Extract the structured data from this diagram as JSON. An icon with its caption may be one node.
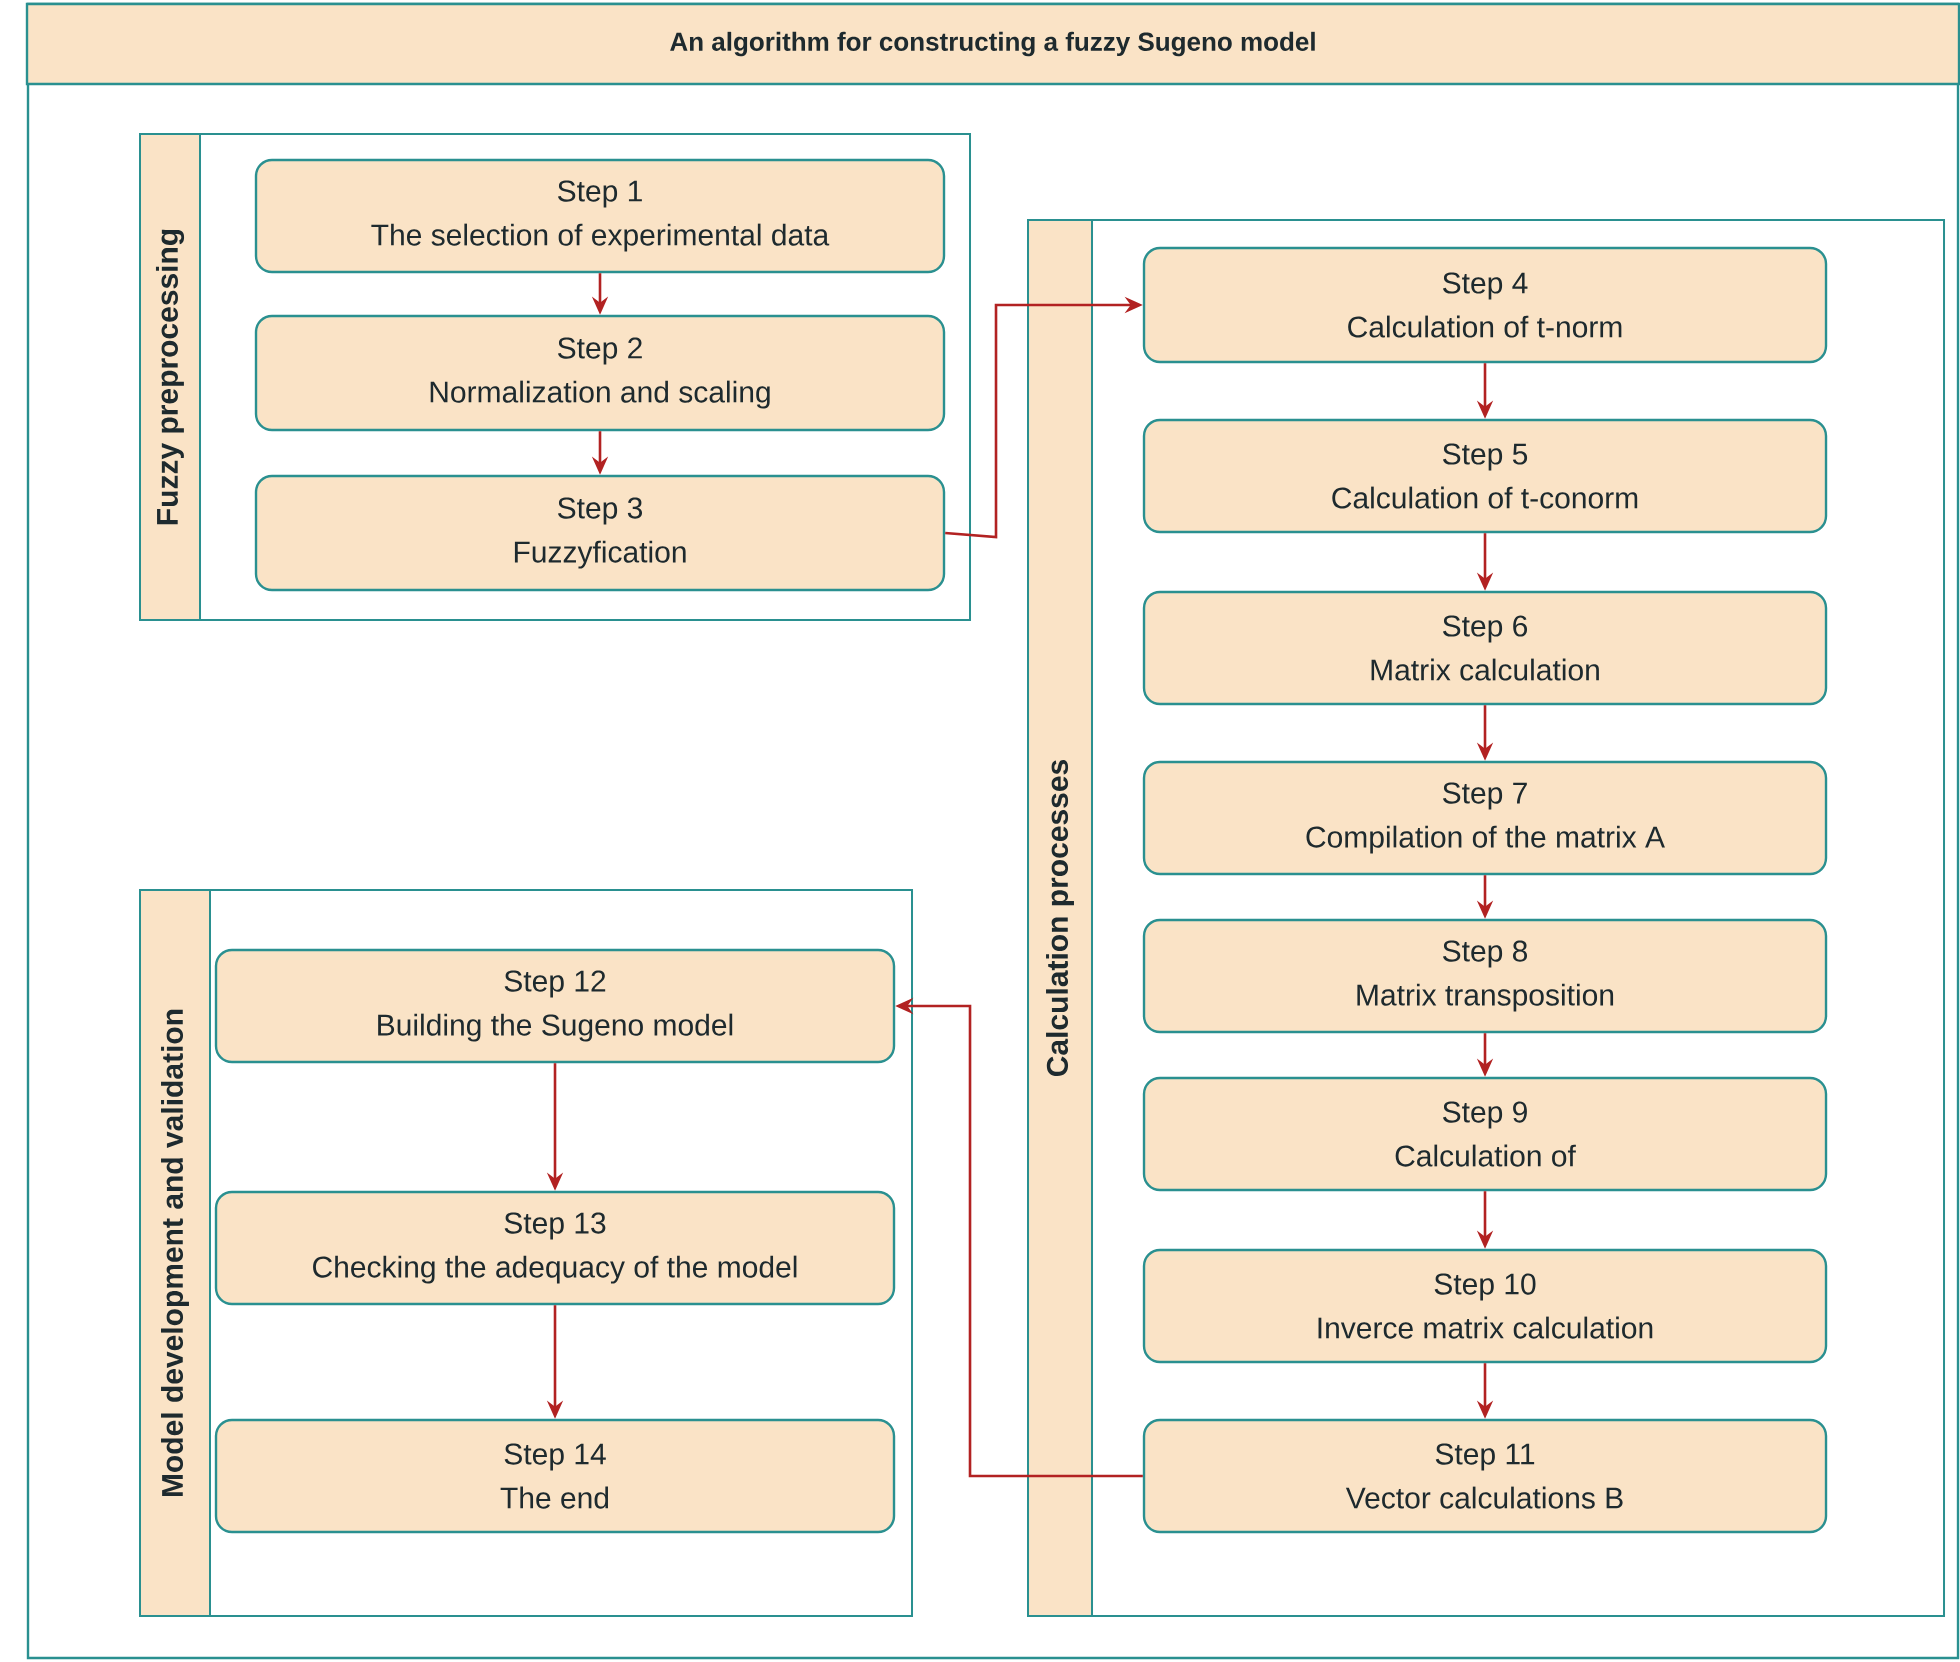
{
  "diagram": {
    "title": "An algorithm for constructing a fuzzy Sugeno model",
    "nodes": [
      {
        "text": [
          "Fuzzy preprocessing"
        ]
      },
      {
        "text": [
          "Step 1",
          "The selection of experimental data"
        ],
        "in": 0
      },
      {
        "text": [
          "Step 2",
          "Normalization and scaling"
        ],
        "in": 0
      },
      {
        "text": [
          "Step 3",
          "Fuzzyfication"
        ],
        "in": 0
      },
      {
        "text": [
          "Calculation processes"
        ]
      },
      {
        "text": [
          "Step 4",
          "Calculation of t-norm"
        ],
        "in": 4
      },
      {
        "text": [
          "Step 5",
          "Calculation of t-conorm"
        ],
        "in": 4
      },
      {
        "text": [
          "Step 6",
          "Matrix calculation"
        ],
        "in": 4
      },
      {
        "text": [
          "Step 7",
          "Compilation of the matrix A"
        ],
        "in": 4
      },
      {
        "text": [
          "Step 8",
          "Matrix transposition"
        ],
        "in": 4
      },
      {
        "text": [
          "Step 9",
          "Calculation of"
        ],
        "in": 4
      },
      {
        "text": [
          "Step 10",
          "Inverce matrix calculation"
        ],
        "in": 4
      },
      {
        "text": [
          "Step 11",
          "Vector calculations B"
        ],
        "in": 4
      },
      {
        "text": [
          "Model development and validation"
        ]
      },
      {
        "text": [
          "Step 12",
          "Building the Sugeno model"
        ],
        "in": 13
      },
      {
        "text": [
          "Step 13",
          "Checking the adequacy of the model"
        ],
        "in": 13
      },
      {
        "text": [
          "Step 14",
          "The end"
        ],
        "in": 13
      }
    ],
    "edges": [
      {
        "from": 1,
        "to": 2,
        "arrow": "to"
      },
      {
        "from": 2,
        "to": 3,
        "arrow": "to"
      },
      {
        "from": 3,
        "to": 5,
        "arrow": "to"
      },
      {
        "from": 5,
        "to": 6,
        "arrow": "to"
      },
      {
        "from": 6,
        "to": 7,
        "arrow": "to"
      },
      {
        "from": 7,
        "to": 8,
        "arrow": "to"
      },
      {
        "from": 8,
        "to": 9,
        "arrow": "to"
      },
      {
        "from": 9,
        "to": 10,
        "arrow": "to"
      },
      {
        "from": 10,
        "to": 11,
        "arrow": "to"
      },
      {
        "from": 11,
        "to": 12,
        "arrow": "to"
      },
      {
        "from": 12,
        "to": 14,
        "arrow": "to"
      },
      {
        "from": 14,
        "to": 15,
        "arrow": "to"
      },
      {
        "from": 15,
        "to": 16,
        "arrow": "to"
      }
    ]
  }
}
